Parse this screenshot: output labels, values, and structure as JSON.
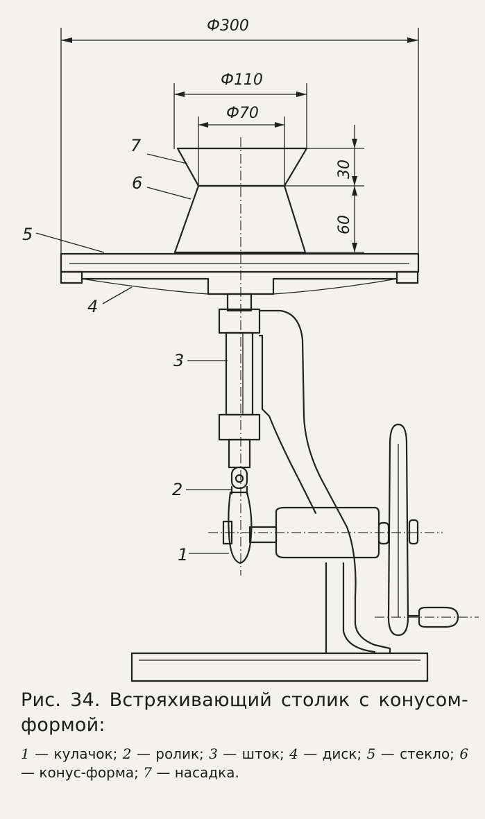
{
  "dimensions": {
    "d300": "Ф300",
    "d110": "Ф110",
    "d70": "Ф70",
    "h30": "30",
    "h60": "60"
  },
  "labels": [
    "1",
    "2",
    "3",
    "4",
    "5",
    "6",
    "7"
  ],
  "caption": {
    "title": "Рис. 34. Встряхивающий столик с конусом-формой:",
    "legend": [
      {
        "num": "1",
        "text": "— кулачок;"
      },
      {
        "num": "2",
        "text": "— ролик;"
      },
      {
        "num": "3",
        "text": "— шток;"
      },
      {
        "num": "4",
        "text": "— диск;"
      },
      {
        "num": "5",
        "text": "— стекло;"
      },
      {
        "num": "6",
        "text": "— конус-форма;"
      },
      {
        "num": "7",
        "text": "— насадка."
      }
    ]
  }
}
